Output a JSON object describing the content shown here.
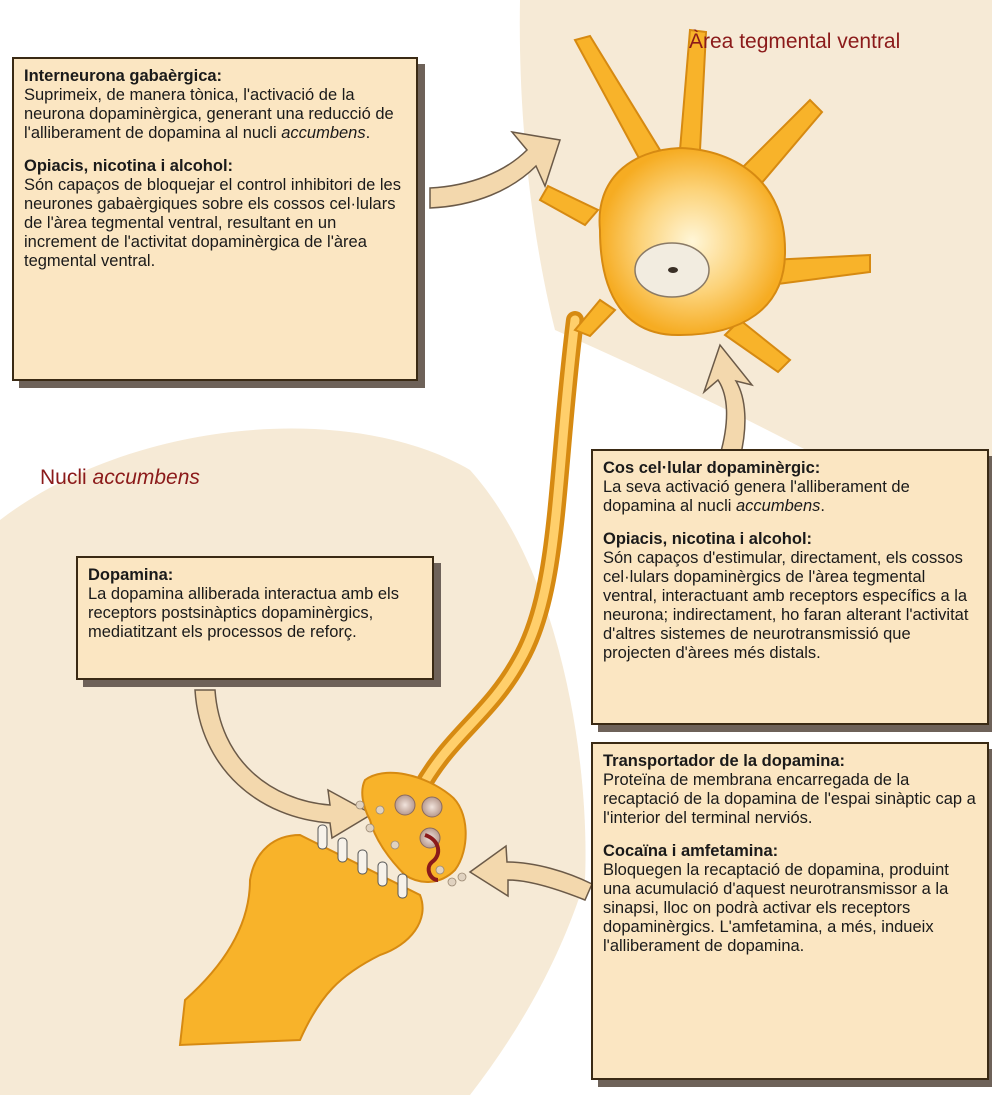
{
  "regions": {
    "vta_title": "Àrea tegmental ventral",
    "accumbens_prefix": "Nucli ",
    "accumbens_italic": "accumbens"
  },
  "boxes": {
    "interneuron": {
      "heading1": "Interneurona gabaèrgica:",
      "text1": "Suprimeix, de manera tònica, l'activació de la neurona dopaminèrgica, generant una reducció de l'alliberament de dopamina al nucli ",
      "text1_italic": "accumbens",
      "text1_end": ".",
      "heading2": "Opiacis, nicotina i alcohol:",
      "text2": "Són capaços de bloquejar el control inhibitori de les neurones gabaèrgiques sobre els cossos cel·lulars de l'àrea tegmental ventral, resultant en un increment de l'activitat dopaminèrgica de l'àrea tegmental ventral."
    },
    "cell_body": {
      "heading1": "Cos cel·lular dopaminèrgic:",
      "text1": "La seva activació genera l'alliberament de dopamina al nucli ",
      "text1_italic": "accumbens",
      "text1_end": ".",
      "heading2": "Opiacis, nicotina i alcohol:",
      "text2": "Són capaços d'estimular, directament, els cossos cel·lulars dopaminèrgics de l'àrea tegmental ventral, interactuant amb receptors específics a la neurona; indirectament, ho faran alterant l'activitat d'altres sistemes de neurotransmissió que projecten d'àrees més distals."
    },
    "dopamine": {
      "heading1": "Dopamina:",
      "text1": "La dopamina alliberada interactua amb els receptors postsinàptics dopaminèrgics, mediatitzant els processos de reforç."
    },
    "transporter": {
      "heading1": "Transportador de la dopamina:",
      "text1": "Proteïna de membrana encarregada de la recaptació de la dopamina de l'espai sinàptic cap a l'interior del terminal nerviós.",
      "heading2": "Cocaïna i amfetamina:",
      "text2": "Bloquegen la recaptació de dopamina, produint una acumulació d'aquest neurotransmissor a la sinapsi, lloc on podrà activar els receptors dopaminèrgics. L'amfetamina, a més, indueix l'alliberament de dopamina."
    }
  },
  "colors": {
    "region_fill": "#f6ead6",
    "neuron_fill": "#f8b32a",
    "neuron_stroke": "#d68a12",
    "box_fill": "#fbe6c2",
    "title_red": "#8b1a1a",
    "arrow_fill": "#f3d8ad"
  }
}
